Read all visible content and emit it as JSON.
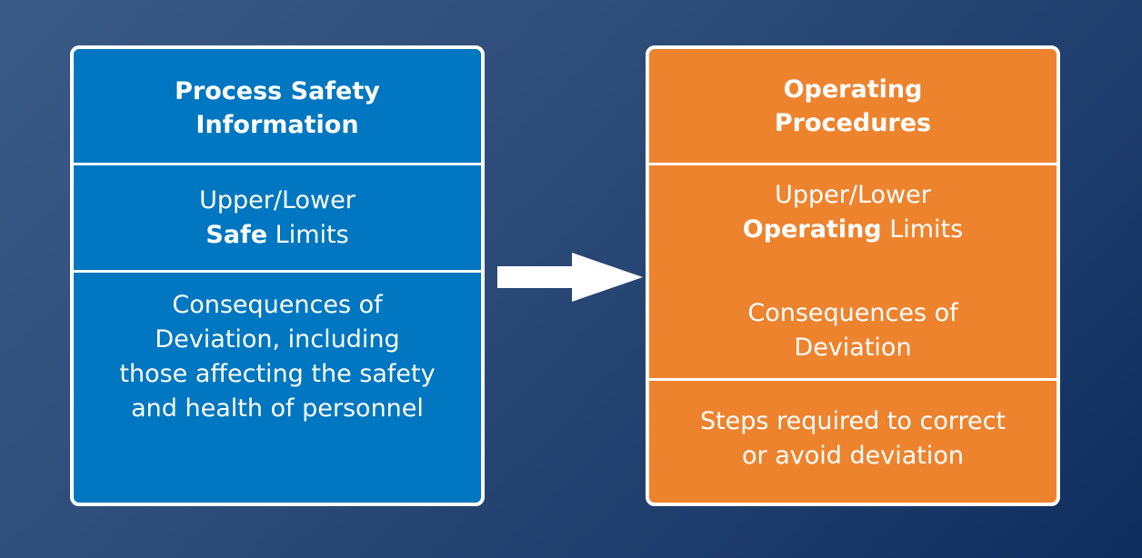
{
  "left_box": {
    "title_line1": "Process Safety",
    "title_line2": "Information",
    "limits_line1": "Upper/Lower",
    "limits_bold": "Safe",
    "limits_rest": " Limits",
    "consequences_line1": "Consequences of",
    "consequences_line2": "Deviation, including",
    "consequences_line3": "those affecting the safety",
    "consequences_line4": "and health of personnel"
  },
  "right_box": {
    "title_line1": "Operating",
    "title_line2": "Procedures",
    "limits_line1": "Upper/Lower",
    "limits_bold": "Operating",
    "limits_rest": " Limits",
    "consequences_line1": "Consequences of",
    "consequences_line2": "Deviation",
    "steps_line1": "Steps required to correct",
    "steps_line2": "or avoid deviation"
  },
  "colors": {
    "left_box": "#0077c0",
    "right_box": "#ee832e",
    "border": "#ffffff"
  }
}
